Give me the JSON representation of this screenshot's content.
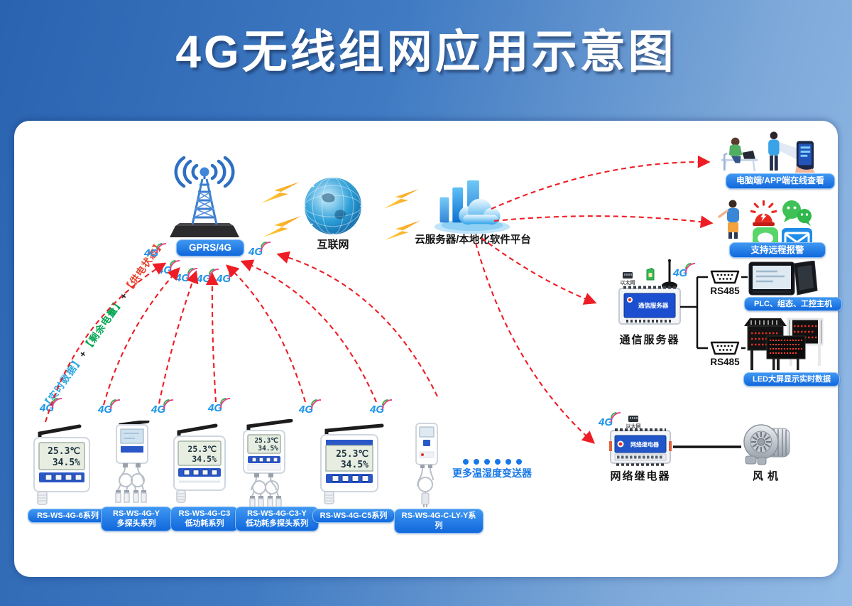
{
  "title": "4G无线组网应用示意图",
  "misc": {
    "g4": "4G",
    "more_label": "更多温湿度变送器"
  },
  "network": {
    "tower_label": "GPRS/4G",
    "internet_label": "互联网",
    "cloud_label": "云服务器/本地化软件平台"
  },
  "annotation": {
    "realtime": "【实时数据】",
    "plus": "+",
    "battery": "【剩余电量】",
    "power": "【供电状态】"
  },
  "right_panel": {
    "viewer_label": "电脑端/APP端在线查看",
    "alarm_label": "支持远程报警",
    "comm_server": {
      "label": "通信服务器",
      "screen_text": "通信服务器",
      "eth_label": "以太网",
      "rs485_top": "RS485",
      "rs485_bottom": "RS485"
    },
    "plc_label": "PLC、组态、工控主机",
    "led_label": "LED大屏显示实时数据",
    "relay": {
      "label": "网络继电器",
      "screen_text": "网络继电器",
      "eth_label": "以太网"
    },
    "fan_label": "风机"
  },
  "sensors": [
    {
      "label": "RS-WS-4G-6系列",
      "temp": "25.3℃",
      "hum": "34.5%"
    },
    {
      "label": "RS-WS-4G-Y\n多探头系列"
    },
    {
      "label": "RS-WS-4G-C3\n低功耗系列",
      "temp": "25.3℃",
      "hum": "34.5%"
    },
    {
      "label": "RS-WS-4G-C3-Y\n低功耗多探头系列",
      "temp": "25.3℃",
      "hum": "34.5%"
    },
    {
      "label": "RS-WS-4G-C5系列",
      "temp": "25.3℃",
      "hum": "34.5%"
    },
    {
      "label": "RS-WS-4G-C-LY-Y系列"
    }
  ],
  "colors": {
    "accent_blue": "#1677e0",
    "arrow_red": "#ee1c24",
    "annotation_green": "#00a651",
    "annotation_blue": "#2ba7e0",
    "annotation_red": "#e8442f"
  }
}
